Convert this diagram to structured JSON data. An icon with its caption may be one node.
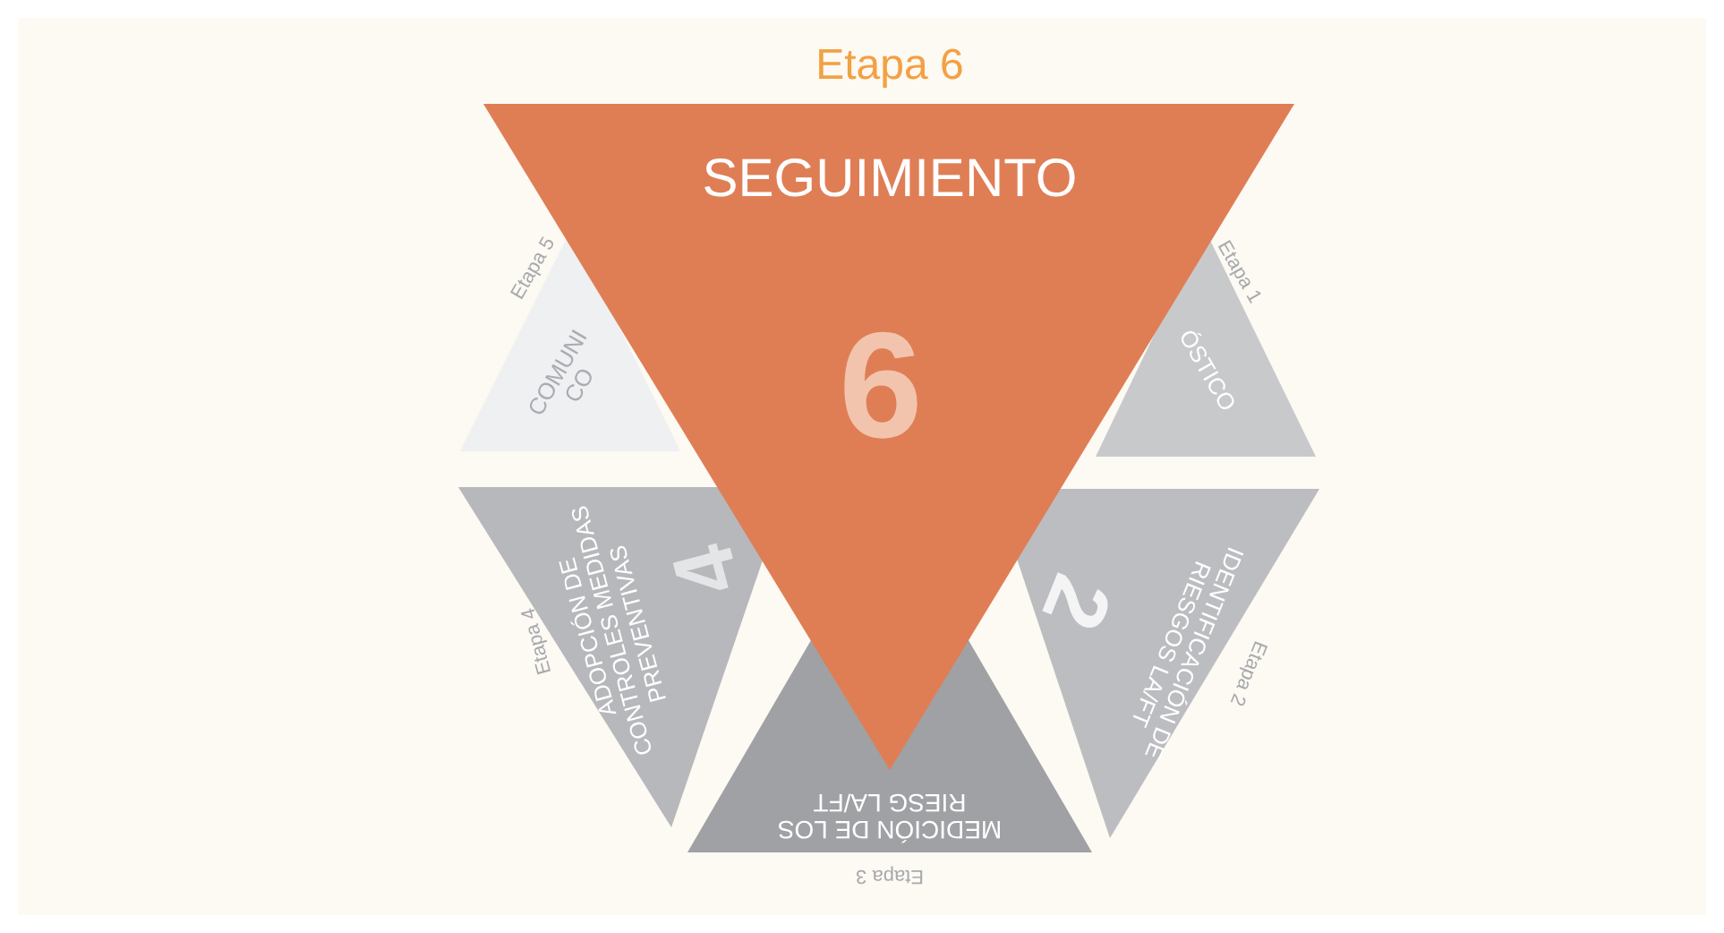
{
  "diagram": {
    "nodes": [
      {
        "text": [
          "Etapa 6",
          "SEGUIMIENTO",
          "6"
        ]
      },
      {
        "text": [
          "Etapa 5",
          "COMUNI CO"
        ]
      },
      {
        "text": [
          "Etapa 1",
          "ÓSTICO"
        ]
      },
      {
        "text": [
          "4",
          "ADOPCIÓN DE CONTROLES MEDIDAS PREVENTIVAS",
          "Etapa 4"
        ]
      },
      {
        "text": [
          "2",
          "IDENTIFICACIÓN DE RIESGOS LA/FT",
          "Etapa 2"
        ]
      },
      {
        "text": [
          "MEDICIÓN DE LOS RIESG LA/FT",
          "Etapa 3"
        ]
      }
    ]
  }
}
